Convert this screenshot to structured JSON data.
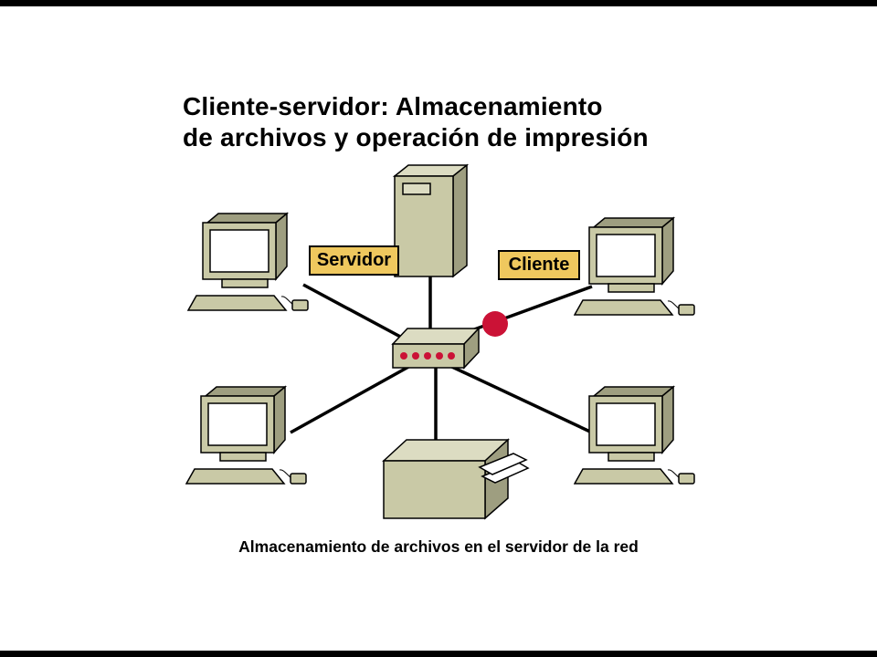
{
  "slide": {
    "title": "Cliente-servidor: Almacenamiento\nde archivos y operación de impresión",
    "caption": "Almacenamiento de archivos en el servidor de la red"
  },
  "labels": {
    "server": "Servidor",
    "client": "Cliente"
  },
  "colors": {
    "device_fill": "#C9C9A6",
    "device_side": "#9E9E80",
    "device_light": "#DCDCC2",
    "label_bg": "#EFC85E",
    "marker_red": "#CB1236",
    "line_color": "#000000"
  },
  "diagram": {
    "type": "network",
    "nodes": [
      {
        "id": "server-tower",
        "kind": "server"
      },
      {
        "id": "hub-switch",
        "kind": "hub",
        "led_count": 5
      },
      {
        "id": "printer",
        "kind": "printer"
      },
      {
        "id": "client-top-left",
        "kind": "client-computer"
      },
      {
        "id": "client-top-right",
        "kind": "client-computer"
      },
      {
        "id": "client-bottom-left",
        "kind": "client-computer"
      },
      {
        "id": "client-bottom-right",
        "kind": "client-computer"
      }
    ],
    "links": [
      "hub-server",
      "hub-printer",
      "hub-client-top-left",
      "hub-client-top-right",
      "hub-client-bottom-left",
      "hub-client-bottom-right"
    ],
    "marker": {
      "name": "red-dot",
      "on_link": "hub-client-top-right"
    }
  }
}
